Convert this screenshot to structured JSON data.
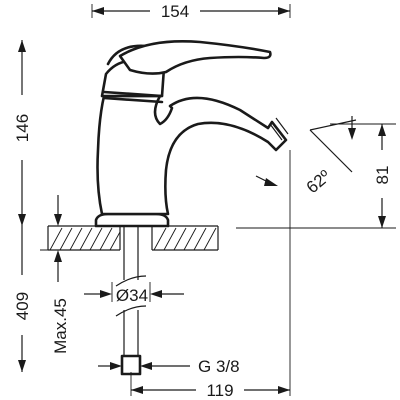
{
  "dimensions": {
    "width_top": "154",
    "height_body": "146",
    "height_total": "409",
    "max_thickness": "Max.45",
    "hole_diameter": "Ø34",
    "thread": "G 3/8",
    "spout_reach": "119",
    "spray_height": "81",
    "spray_angle": "62º"
  }
}
